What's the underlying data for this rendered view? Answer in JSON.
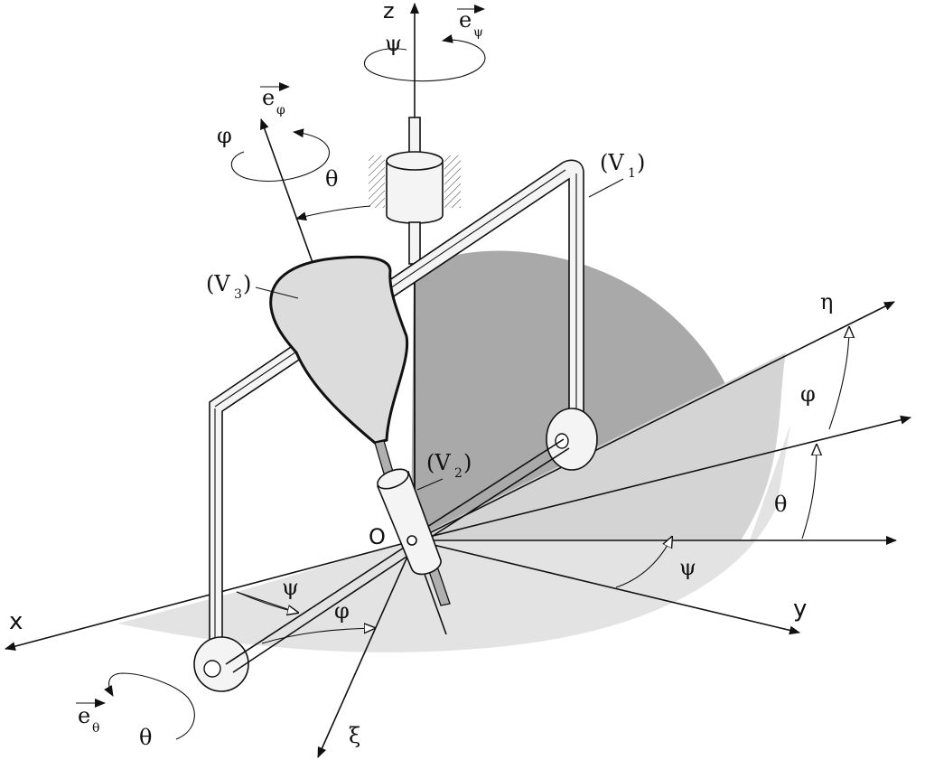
{
  "axes": {
    "z": "z",
    "x": "x",
    "y": "y",
    "eta": "η",
    "xi": "ξ",
    "e_phi": "e",
    "e_phi_sub": "φ",
    "e_psi": "e",
    "e_psi_sub": "ψ",
    "e_theta": "e",
    "e_theta_sub": "θ"
  },
  "angles": {
    "psi_top": "ψ",
    "phi_top": "φ",
    "theta_top": "θ",
    "phi_right": "φ",
    "theta_right": "θ",
    "psi_right": "ψ",
    "psi_bottom": "ψ",
    "phi_bottom": "φ",
    "theta_bottom": "θ"
  },
  "bodies": {
    "v1": "(V",
    "v1_sub": "1",
    "v2": "(V",
    "v2_sub": "2",
    "v3": "(V",
    "v3_sub": "3",
    "close": ")"
  },
  "origin": "O",
  "colors": {
    "shade_dark": "#a9a9a9",
    "shade_light": "#d4d4d4",
    "shade_pale": "#e3e3e3",
    "line": "#111111"
  }
}
